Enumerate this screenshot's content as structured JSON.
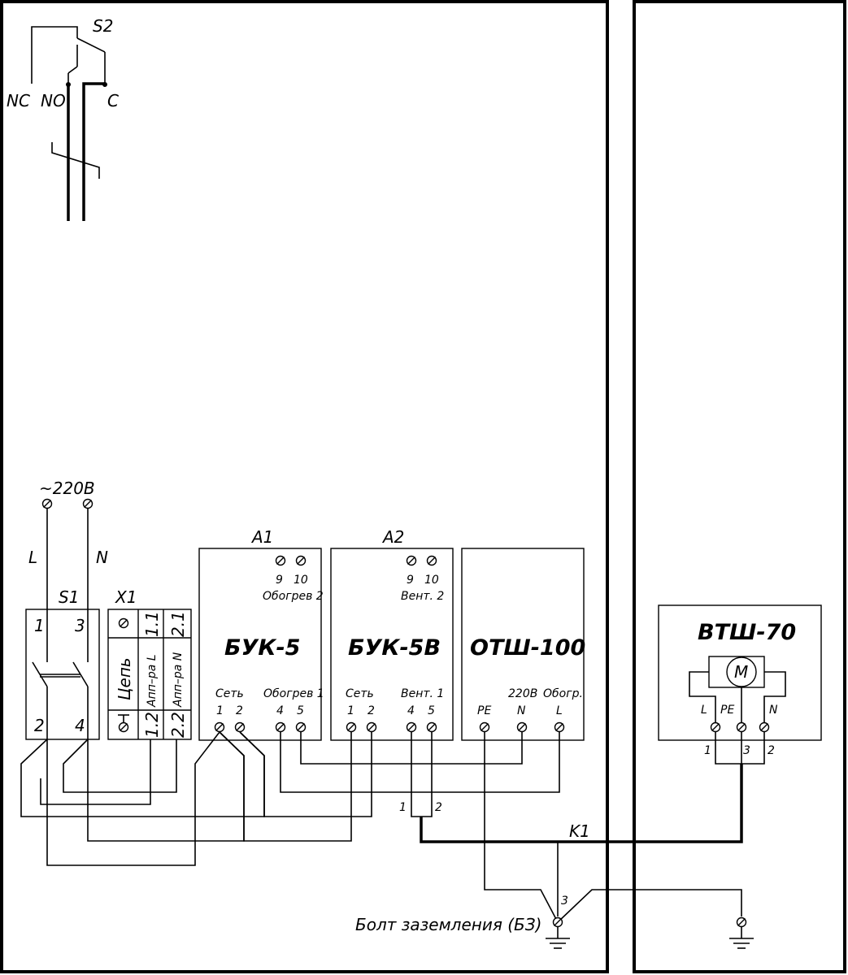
{
  "switch_s2": {
    "label": "S2",
    "nc": "NC",
    "no": "NO",
    "c": "C"
  },
  "supply": {
    "voltage": "~220В",
    "l": "L",
    "n": "N"
  },
  "s1": {
    "label": "S1",
    "t1": "1",
    "t3": "3",
    "t2": "2",
    "t4": "4"
  },
  "x1": {
    "label": "X1",
    "col_label": "Цепь",
    "c11": "1.1",
    "c12": "1.2",
    "c21": "2.1",
    "c22": "2.2",
    "cl": "Апп–ра L",
    "cn": "Апп–ра N"
  },
  "a1": {
    "ref": "A1",
    "name": "БУК-5",
    "t9": "9",
    "t10": "10",
    "top_label": "Обогрев 2",
    "left_label": "Сеть",
    "right_label": "Обогрев 1",
    "t1": "1",
    "t2": "2",
    "t4": "4",
    "t5": "5"
  },
  "a2": {
    "ref": "A2",
    "name": "БУК-5В",
    "t9": "9",
    "t10": "10",
    "top_label": "Вент. 2",
    "left_label": "Сеть",
    "right_label": "Вент. 1",
    "t1": "1",
    "t2": "2",
    "t4": "4",
    "t5": "5"
  },
  "otsh": {
    "name": "ОТШ-100",
    "pe": "PE",
    "n_top": "220В",
    "n": "N",
    "l_top": "Обогр.",
    "l": "L"
  },
  "vtsh": {
    "name": "ВТШ-70",
    "motor": "M",
    "l": "L",
    "pe": "PE",
    "n": "N",
    "t1": "1",
    "t3": "3",
    "t2": "2"
  },
  "k1": {
    "label": "K1",
    "t1": "1",
    "t2": "2",
    "t3": "3"
  },
  "ground": {
    "label": "Болт заземления (БЗ)"
  }
}
